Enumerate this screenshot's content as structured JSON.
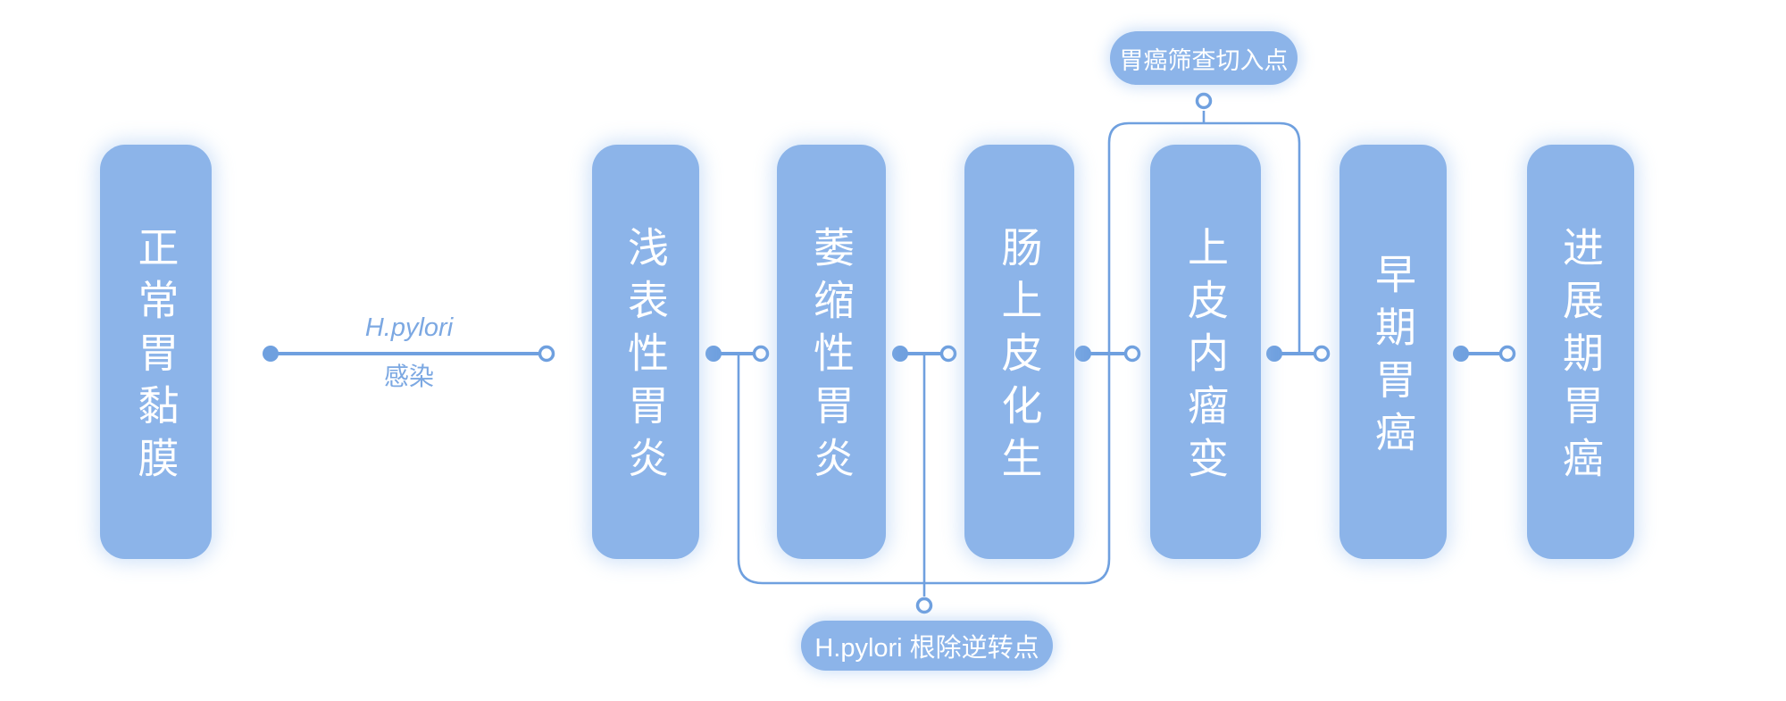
{
  "colors": {
    "background": "#ffffff",
    "box_fill": "#8cb4e9",
    "box_text": "#ffffff",
    "connector_line": "#6fa0df",
    "edge_label_text": "#7ca8e2",
    "callout_fill": "#8cb4e9",
    "callout_text": "#ffffff"
  },
  "stages": [
    {
      "label": "正常胃黏膜"
    },
    {
      "label": "浅表性胃炎"
    },
    {
      "label": "萎缩性胃炎"
    },
    {
      "label": "肠上皮化生"
    },
    {
      "label": "上皮内瘤变"
    },
    {
      "label": "早期胃癌"
    },
    {
      "label": "进展期胃癌"
    }
  ],
  "hp_edge": {
    "top": "H.pylori",
    "bottom": "感染"
  },
  "callouts": {
    "screening": "胃癌筛查切入点",
    "eradication": "H.pylori 根除逆转点"
  }
}
